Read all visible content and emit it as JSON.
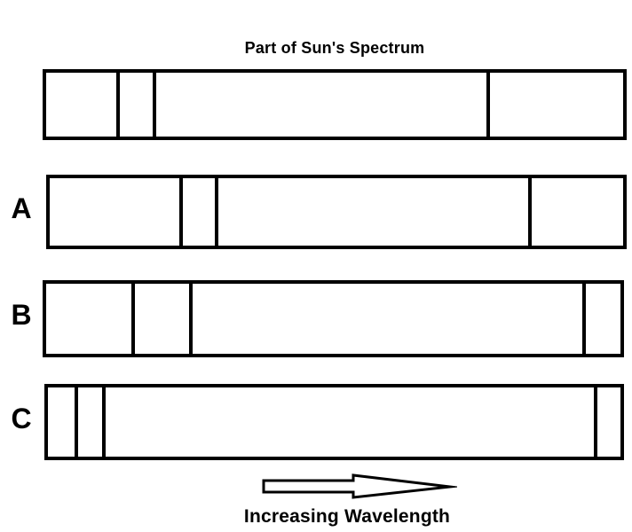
{
  "title": "Part of Sun's Spectrum",
  "caption": "Increasing Wavelength",
  "arrow": {
    "direction": "right",
    "style": "hollow-outline"
  },
  "colors": {
    "ink": "#000000",
    "background": "#ffffff"
  },
  "spectra": [
    {
      "label": "",
      "line_positions_pct": [
        12.5,
        18.7,
        76.6
      ]
    },
    {
      "label": "A",
      "line_positions_pct": [
        22.9,
        29.1,
        83.8
      ]
    },
    {
      "label": "B",
      "line_positions_pct": [
        15.1,
        25.2,
        93.6
      ]
    },
    {
      "label": "C",
      "line_positions_pct": [
        4.9,
        9.7,
        95.7
      ]
    }
  ]
}
